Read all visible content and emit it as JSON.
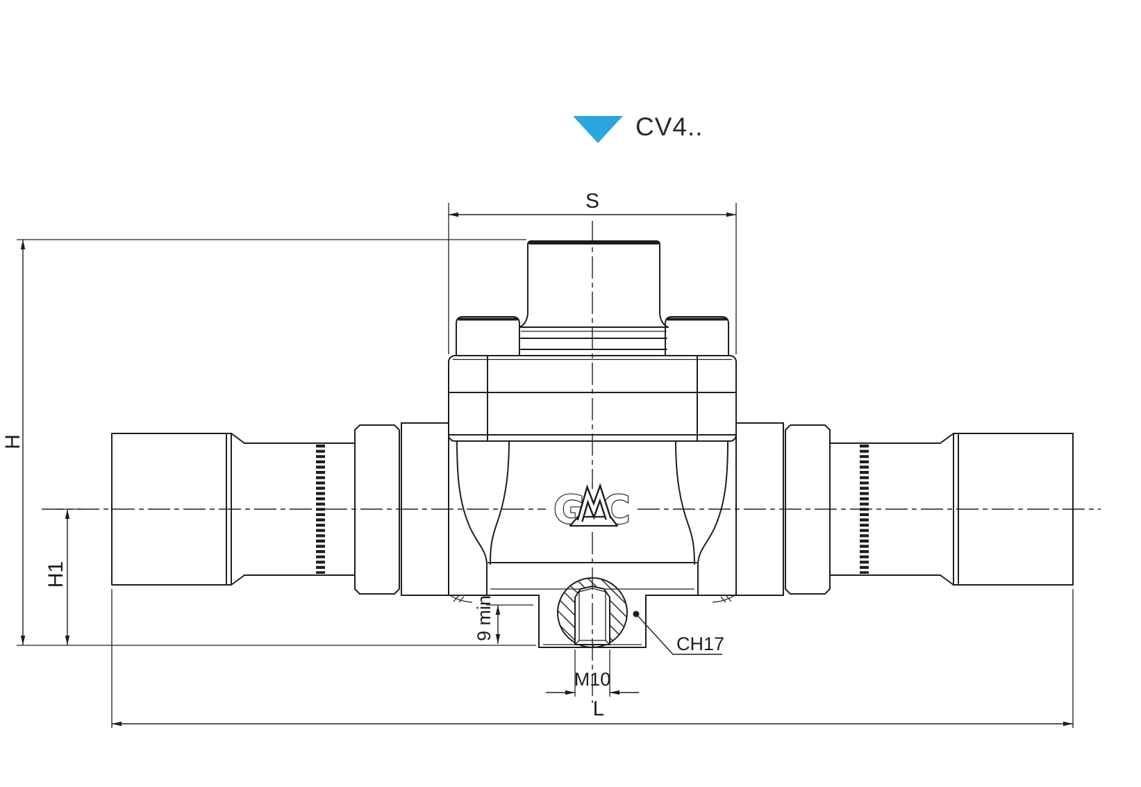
{
  "header": {
    "model_code": "CV4..",
    "marker_color": "#29A7DE"
  },
  "drawing": {
    "line_color": "#1d1d1b",
    "logo": {
      "name": "GMC",
      "g": "G",
      "m": "M",
      "c": "C"
    },
    "dimensions": {
      "socket_width": "S",
      "overall_height": "H",
      "centerline_height": "H1",
      "overall_length": "L",
      "min_thread_depth": "9 min",
      "thread_size": "M10",
      "wrench_flats": "CH17"
    }
  }
}
